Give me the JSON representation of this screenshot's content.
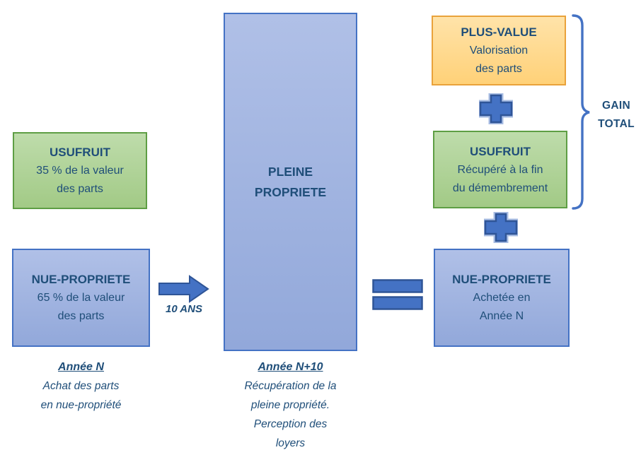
{
  "colors": {
    "text_navy": "#1F4E79",
    "blue_box_fill": "#A3B5E0",
    "blue_box_border": "#4472C4",
    "green_box_fill": "#ACD190",
    "green_box_border": "#5E9E44",
    "orange_box_fill": "#FFDA8C",
    "orange_box_border": "#E9A23B",
    "shape_fill": "#4472C4",
    "shape_border": "#2F5597"
  },
  "left": {
    "usufruit": {
      "title": "USUFRUIT",
      "line1": "35 % de la valeur",
      "line2": "des parts"
    },
    "nue_propriete": {
      "title": "NUE-PROPRIETE",
      "line1": "65 % de la valeur",
      "line2": "des parts"
    },
    "caption": {
      "title": "Année N",
      "line1": "Achat des parts",
      "line2": "en nue-propriété"
    }
  },
  "transition": {
    "arrow_label": "10 ANS"
  },
  "center": {
    "box": {
      "line1": "PLEINE",
      "line2": "PROPRIETE"
    },
    "caption": {
      "title": "Année N+10",
      "line1": "Récupération de la",
      "line2": "pleine propriété.",
      "line3": "Perception des",
      "line4": "loyers"
    }
  },
  "right": {
    "plus_value": {
      "title": "PLUS-VALUE",
      "line1": "Valorisation",
      "line2": "des parts"
    },
    "usufruit": {
      "title": "USUFRUIT",
      "line1": "Récupéré à la fin",
      "line2": "du démembrement"
    },
    "nue_propriete": {
      "title": "NUE-PROPRIETE",
      "line1": "Achetée en",
      "line2": "Année N"
    },
    "gain": {
      "line1": "GAIN",
      "line2": "TOTAL"
    }
  }
}
